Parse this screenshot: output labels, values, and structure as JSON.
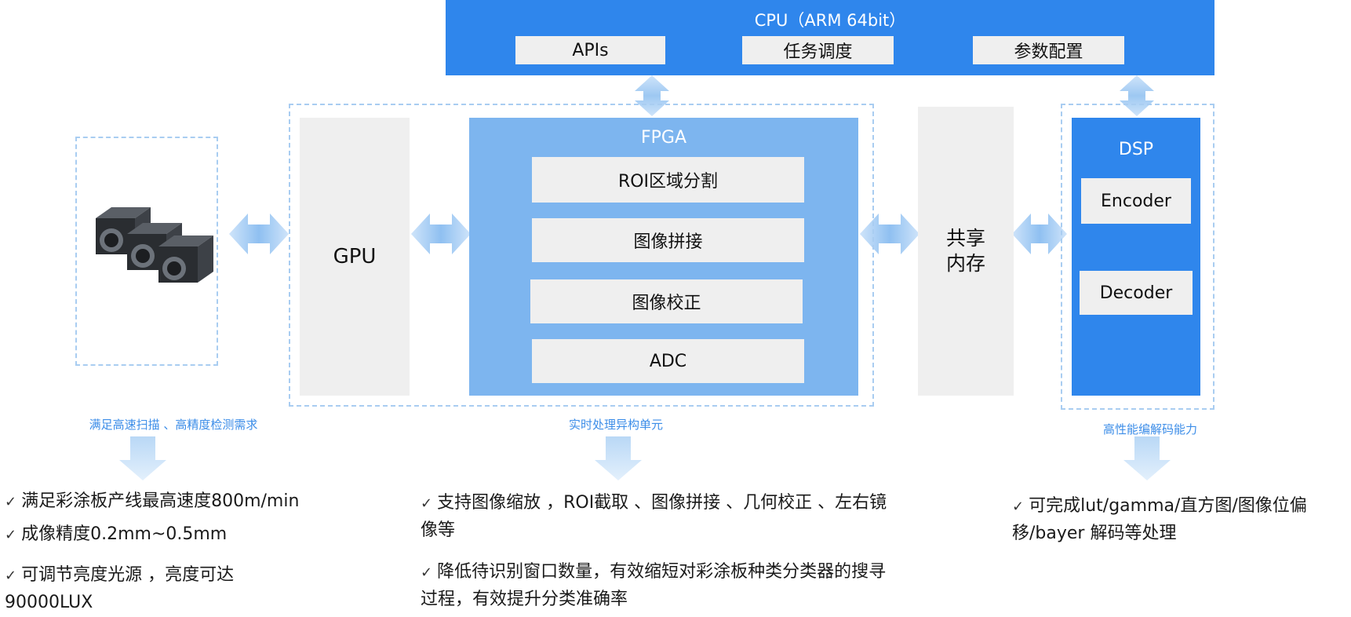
{
  "cpu": {
    "title": "CPU（ARM 64bit）",
    "items": [
      "APIs",
      "任务调度",
      "参数配置"
    ]
  },
  "gpu": {
    "label": "GPU"
  },
  "fpga": {
    "title": "FPGA",
    "items": [
      "ROI区域分割",
      "图像拼接",
      "图像校正",
      "ADC"
    ]
  },
  "memory": {
    "label": "共享\n内存"
  },
  "dsp": {
    "title": "DSP",
    "items": [
      "Encoder",
      "Decoder"
    ]
  },
  "captions": {
    "camera": "满足高速扫描 、高精度检测需求",
    "hetero": "实时处理异构单元",
    "codec": "高性能编解码能力"
  },
  "bullets": {
    "left": [
      "满足彩涂板产线最高速度800m/min",
      "成像精度0.2mm~0.5mm",
      "可调节亮度光源 ，亮度可达 90000LUX"
    ],
    "middle": [
      "支持图像缩放 ，ROI截取 、图像拼接 、几何校正 、左右镜像等",
      "降低待识别窗口数量，有效缩短对彩涂板种类分类器的搜寻过程，有效提升分类准确率"
    ],
    "right": [
      "可完成lut/gamma/直方图/图像位偏移/bayer 解码等处理"
    ]
  },
  "colors": {
    "cpu": "#2f86ec",
    "fpga": "#7db5ef",
    "dsp": "#2f86ec",
    "caption": "#3c8de8",
    "arrow": "#a9cff4"
  },
  "icons": {
    "check": "✓",
    "camera": "camera-icon"
  }
}
